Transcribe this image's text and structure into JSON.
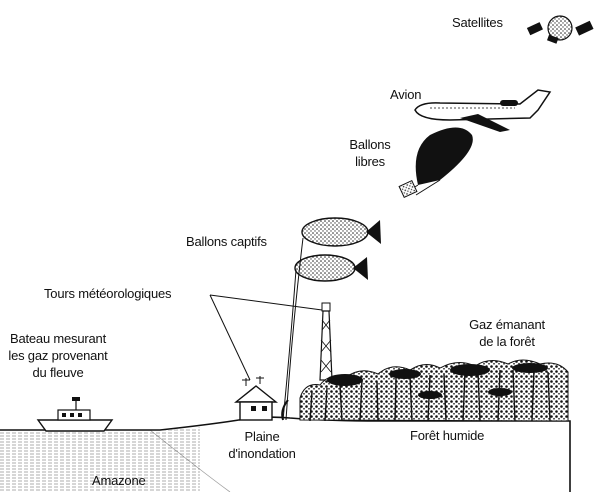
{
  "labels": {
    "satellites": "Satellites",
    "avion": "Avion",
    "ballons_libres": "Ballons\nlibres",
    "ballons_captifs": "Ballons captifs",
    "tours": "Tours météorologiques",
    "bateau": "Bateau mesurant\nles gaz provenant\ndu fleuve",
    "gaz_foret": "Gaz émanant\nde la forêt",
    "plaine": "Plaine\nd'inondation",
    "foret_humide": "Forêt humide",
    "amazone": "Amazone"
  },
  "colors": {
    "ink": "#111111",
    "stipple": "#9a9a9a",
    "water": "#dcdcdc",
    "background": "#ffffff"
  }
}
